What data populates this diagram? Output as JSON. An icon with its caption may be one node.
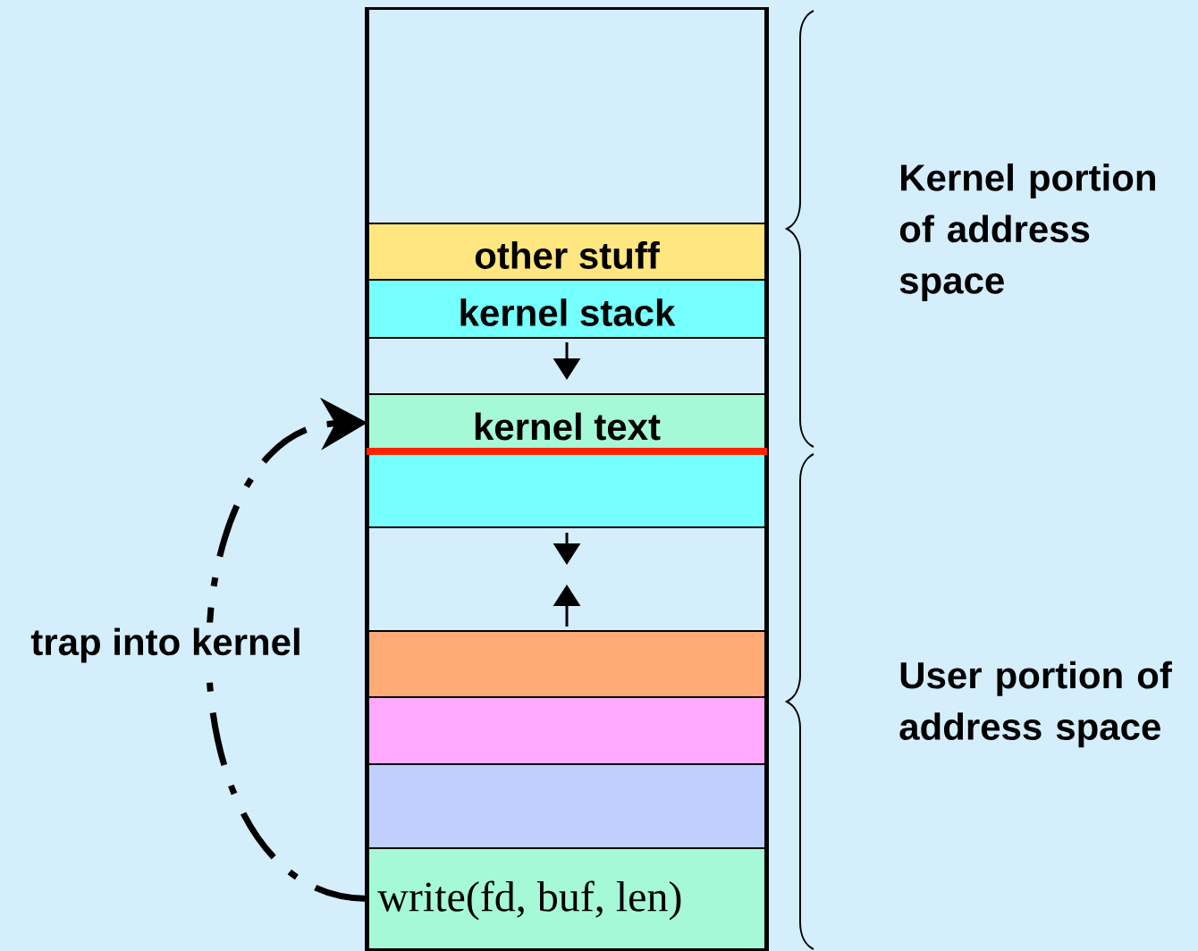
{
  "diagram": {
    "nodes": [
      {
        "text": [],
        "shape": "box"
      },
      {
        "text": [],
        "shape": "box",
        "in": 0
      },
      {
        "text": [
          "other stuff"
        ],
        "in": 0
      },
      {
        "text": [
          "kernel stack"
        ],
        "in": 0
      },
      {
        "text": [],
        "shape": "box",
        "in": 0
      },
      {
        "text": [
          "kernel text"
        ],
        "in": 0
      },
      {
        "text": [],
        "shape": "box",
        "in": 0
      },
      {
        "text": [],
        "shape": "box",
        "in": 0
      },
      {
        "text": [],
        "shape": "box",
        "in": 0
      },
      {
        "text": [],
        "shape": "box",
        "in": 0
      },
      {
        "text": [],
        "shape": "box",
        "in": 0
      },
      {
        "text": [
          "write(fd, buf, len)"
        ],
        "in": 0
      }
    ],
    "edges": [
      {
        "from": 11,
        "to": 5,
        "arrow": "to",
        "label": "trap into kernel",
        "style": "dashed"
      }
    ],
    "labels": [
      "Kernel portion of address space",
      "User portion of address space"
    ]
  }
}
